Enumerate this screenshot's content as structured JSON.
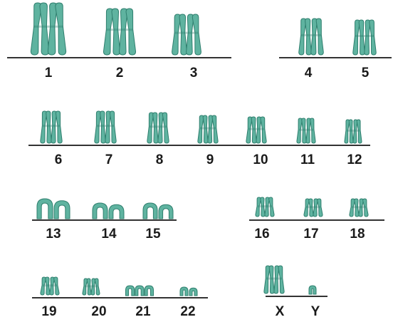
{
  "karyotype": {
    "style": {
      "chromatid_fill": "#5fb3a0",
      "chromatid_stroke": "#2f7f6e",
      "baseline_color": "#333333",
      "label_color": "#1a1a1a"
    },
    "groups": [
      {
        "id": "A",
        "chromosomes": [
          {
            "label": "1"
          },
          {
            "label": "2"
          },
          {
            "label": "3"
          }
        ]
      },
      {
        "id": "B",
        "chromosomes": [
          {
            "label": "4"
          },
          {
            "label": "5"
          }
        ]
      },
      {
        "id": "C",
        "chromosomes": [
          {
            "label": "6"
          },
          {
            "label": "7"
          },
          {
            "label": "8"
          },
          {
            "label": "9"
          },
          {
            "label": "10"
          },
          {
            "label": "11"
          },
          {
            "label": "12"
          }
        ]
      },
      {
        "id": "D",
        "chromosomes": [
          {
            "label": "13"
          },
          {
            "label": "14"
          },
          {
            "label": "15"
          }
        ]
      },
      {
        "id": "E",
        "chromosomes": [
          {
            "label": "16"
          },
          {
            "label": "17"
          },
          {
            "label": "18"
          }
        ]
      },
      {
        "id": "F",
        "chromosomes": [
          {
            "label": "19"
          },
          {
            "label": "20"
          }
        ]
      },
      {
        "id": "G",
        "chromosomes": [
          {
            "label": "21"
          },
          {
            "label": "22"
          }
        ]
      },
      {
        "id": "sex",
        "chromosomes": [
          {
            "label": "X"
          },
          {
            "label": "Y"
          }
        ]
      }
    ]
  }
}
